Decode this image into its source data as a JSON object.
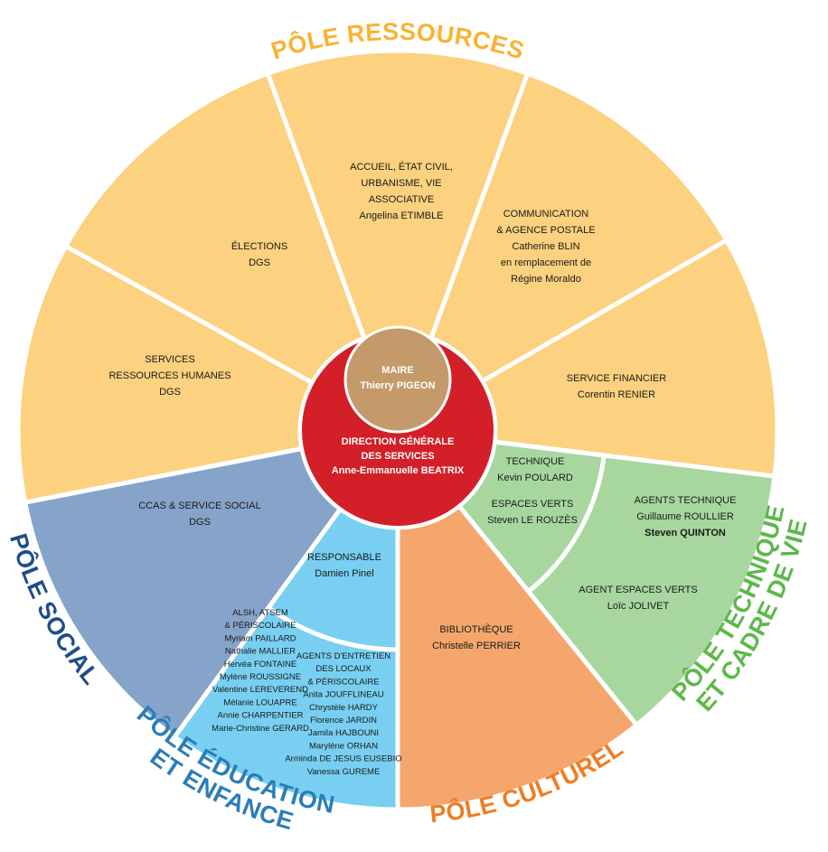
{
  "colors": {
    "ressources": "#FCD17F",
    "social": "#86A3CA",
    "education": "#78CFF2",
    "culturel": "#F5A66C",
    "technique": "#A7D79F",
    "centre": "#D31F27",
    "maire": "#C49A6A",
    "title_ressources": "#F9B233",
    "title_social": "#1D4E89",
    "title_education": "#2B7DB8",
    "title_culturel": "#EF7D22",
    "title_technique": "#5DB84A"
  },
  "center": {
    "maire_lines": [
      "MAIRE",
      "Thierry PIGEON"
    ],
    "dgs_lines": [
      "DIRECTION GÉNÉRALE",
      "DES SERVICES",
      "Anne-Emmanuelle BEATRIX"
    ]
  },
  "poles": {
    "ressources": "PÔLE RESSOURCES",
    "social": "PÔLE SOCIAL",
    "education_1": "PÔLE ÉDUCATION",
    "education_2": "ET ENFANCE",
    "culturel": "PÔLE CULTUREL",
    "technique_1": "PÔLE TECHNIQUE",
    "technique_2": "ET CADRE DE VIE"
  },
  "segments": {
    "rh": [
      "SERVICES",
      "RESSOURCES HUMANES",
      "DGS"
    ],
    "elections": [
      "ÉLECTIONS",
      "DGS"
    ],
    "accueil": [
      "ACCUEIL, ÉTAT CIVIL,",
      "URBANISME, VIE",
      "ASSOCIATIVE",
      "Angelina ETIMBLE"
    ],
    "communication": [
      "COMMUNICATION",
      "& AGENCE POSTALE",
      "Catherine BLIN",
      "en remplacement de",
      "Régine Moraldo"
    ],
    "financier": [
      "SERVICE FINANCIER",
      "Corentin RENIER"
    ],
    "ccas": [
      "CCAS & SERVICE SOCIAL",
      "DGS"
    ],
    "responsable": [
      "RESPONSABLE",
      "Damien Pinel"
    ],
    "alsh": [
      "ALSH, ATSEM",
      "& PÉRISCOLAIRE",
      "Myriam PAILLARD",
      "Nathalie MALLIER",
      "Hervéa FONTAINE",
      "Mylène ROUSSIGNE",
      "Valentine LEREVEREND",
      "Mélanie LOUAPRE",
      "Annie CHARPENTIER",
      "Marie-Christine GERARD"
    ],
    "entretien": [
      "AGENTS D'ENTRETIEN",
      "DES LOCAUX",
      "& PÉRISCOLAIRE",
      "Anita JOUFFLINEAU",
      "Chrystèle HARDY",
      "Florence JARDIN",
      "Jamila HAJBOUNI",
      "Marylène ORHAN",
      "Arminda DE JESUS EUSEBIO",
      "Vanessa GUREME"
    ],
    "bibliotheque": [
      "BIBLIOTHÈQUE",
      "Christelle PERRIER"
    ],
    "technique": [
      "TECHNIQUE",
      "Kevin POULARD"
    ],
    "espaces_verts": [
      "ESPACES VERTS",
      "Steven LE ROUZÈS"
    ],
    "agents_technique": [
      "AGENTS TECHNIQUE",
      "Guillaume ROULLIER",
      "Steven QUINTON"
    ],
    "agent_espaces_verts": [
      "AGENT ESPACES VERTS",
      "Loïc JOLIVET"
    ]
  }
}
